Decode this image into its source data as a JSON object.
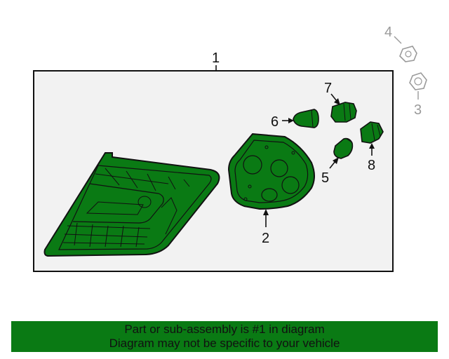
{
  "diagram": {
    "colors": {
      "part_fill": "#0a7a14",
      "panel_fill": "#f2f2f2",
      "outline": "#111111",
      "hardware_gray": "#9a9a9a"
    },
    "callouts": {
      "tail_light_assembly": "1",
      "lens_gasket": "2",
      "nut": "3",
      "grommet": "4",
      "bulb_small": "5",
      "bulb_large": "6",
      "socket_upper": "7",
      "socket_right": "8"
    }
  },
  "banner": {
    "line1": "Part or sub-assembly is #1 in diagram",
    "line2": "Diagram may not be specific to your vehicle"
  }
}
